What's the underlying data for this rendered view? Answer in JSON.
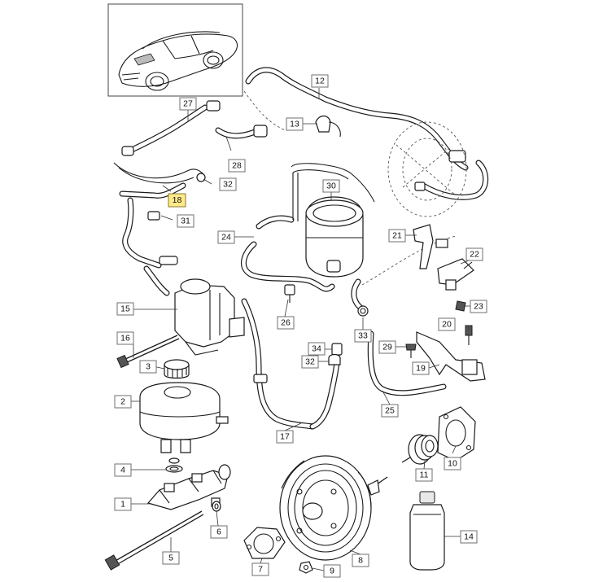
{
  "figure": "Brake master cylinder, brake booster and vacuum line exploded parts diagram",
  "highlighted_callout": "18",
  "callouts": [
    {
      "label": "1"
    },
    {
      "label": "2"
    },
    {
      "label": "3"
    },
    {
      "label": "4"
    },
    {
      "label": "5"
    },
    {
      "label": "6"
    },
    {
      "label": "7"
    },
    {
      "label": "8"
    },
    {
      "label": "9"
    },
    {
      "label": "10"
    },
    {
      "label": "11"
    },
    {
      "label": "12"
    },
    {
      "label": "13"
    },
    {
      "label": "14"
    },
    {
      "label": "15"
    },
    {
      "label": "16"
    },
    {
      "label": "17"
    },
    {
      "label": "18"
    },
    {
      "label": "19"
    },
    {
      "label": "20"
    },
    {
      "label": "21"
    },
    {
      "label": "22"
    },
    {
      "label": "23"
    },
    {
      "label": "24"
    },
    {
      "label": "25"
    },
    {
      "label": "26"
    },
    {
      "label": "27"
    },
    {
      "label": "28"
    },
    {
      "label": "29"
    },
    {
      "label": "30"
    },
    {
      "label": "31"
    },
    {
      "label": "32"
    },
    {
      "label": "32"
    },
    {
      "label": "33"
    },
    {
      "label": "34"
    }
  ]
}
